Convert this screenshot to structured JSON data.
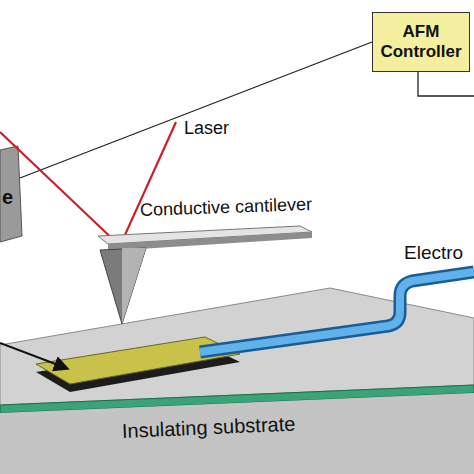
{
  "diagram": {
    "nodes": [
      {
        "text": [
          "AFM Controller"
        ]
      }
    ],
    "labels": [
      "Laser",
      "Conductive cantilever",
      "Electro",
      "Insulating substrate",
      "e"
    ]
  }
}
